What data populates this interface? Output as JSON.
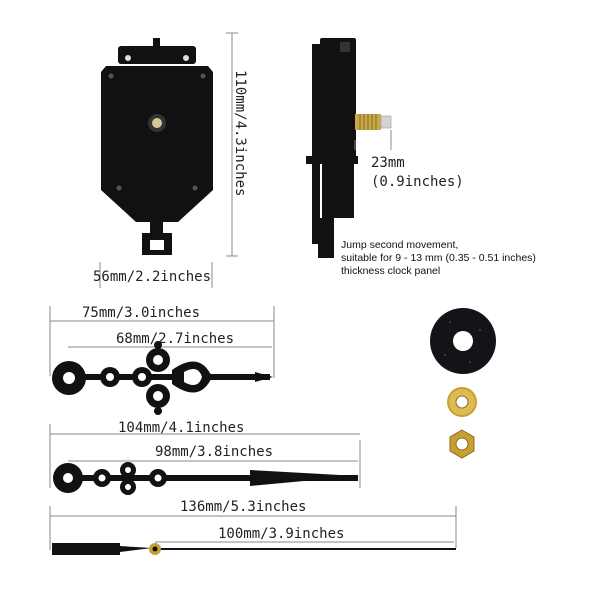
{
  "colors": {
    "part": "#111111",
    "shaft": "#c9a84a",
    "brass": "#c8a030",
    "dimension_line": "#888888",
    "background": "#ffffff"
  },
  "movement_front": {
    "height_label": "110mm/4.3inches",
    "width_label": "56mm/2.2inches"
  },
  "movement_side": {
    "shaft_label_line1": "23mm",
    "shaft_label_line2": "(0.9inches)",
    "note_line1": "Jump second movement,",
    "note_line2": "suitable for 9 - 13 mm (0.35 - 0.51 inches)",
    "note_line3": "thickness clock panel"
  },
  "hands": {
    "hour": {
      "total_label": "75mm/3.0inches",
      "inner_label": "68mm/2.7inches"
    },
    "minute": {
      "total_label": "104mm/4.1inches",
      "inner_label": "98mm/3.8inches"
    },
    "second": {
      "total_label": "136mm/5.3inches",
      "inner_label": "100mm/3.9inches"
    }
  },
  "accessories": [
    "rubber-washer",
    "brass-washer",
    "hex-nut"
  ]
}
